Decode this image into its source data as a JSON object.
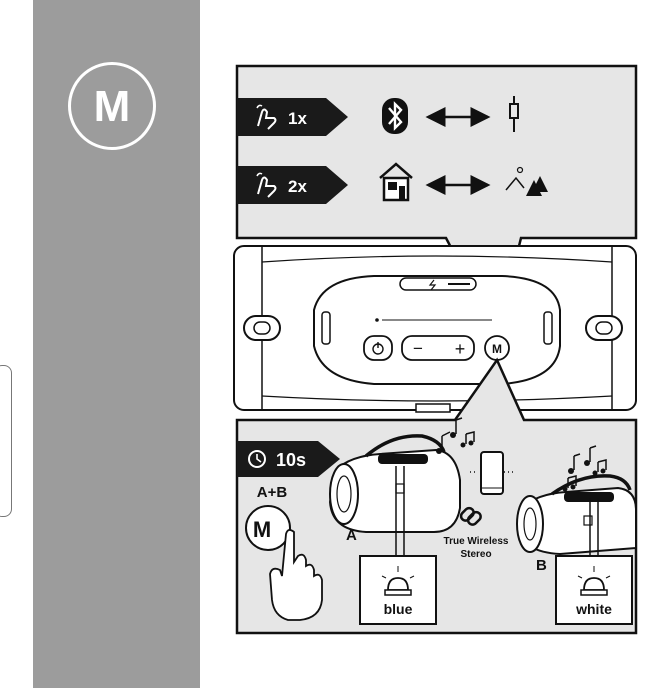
{
  "sidebar": {
    "mode_letter": "M"
  },
  "top_panel": {
    "press_once": "1x",
    "press_twice": "2x",
    "icons": [
      "hand-tap-icon",
      "bluetooth-icon",
      "double-arrow-icon",
      "aux-jack-icon",
      "house-icon",
      "outdoor-mountains-icon"
    ]
  },
  "speaker": {
    "mode_button": "M",
    "volume_minus": "−",
    "volume_plus": "+"
  },
  "bottom_panel": {
    "hold_time": "10s",
    "combo_label": "A+B",
    "button_letter": "M",
    "speaker_a_label": "A",
    "speaker_b_label": "B",
    "tws_line1": "True Wireless",
    "tws_line2": "Stereo",
    "led_a_color": "blue",
    "led_b_color": "white",
    "icons": [
      "clock-icon",
      "phone-icon",
      "link-icon",
      "music-notes-icon",
      "led-light-icon",
      "pointing-hand-icon"
    ]
  },
  "colors": {
    "panel_bg": "#e6e6e6",
    "strip": "#9c9c9c",
    "banner": "#1a1a1a"
  }
}
